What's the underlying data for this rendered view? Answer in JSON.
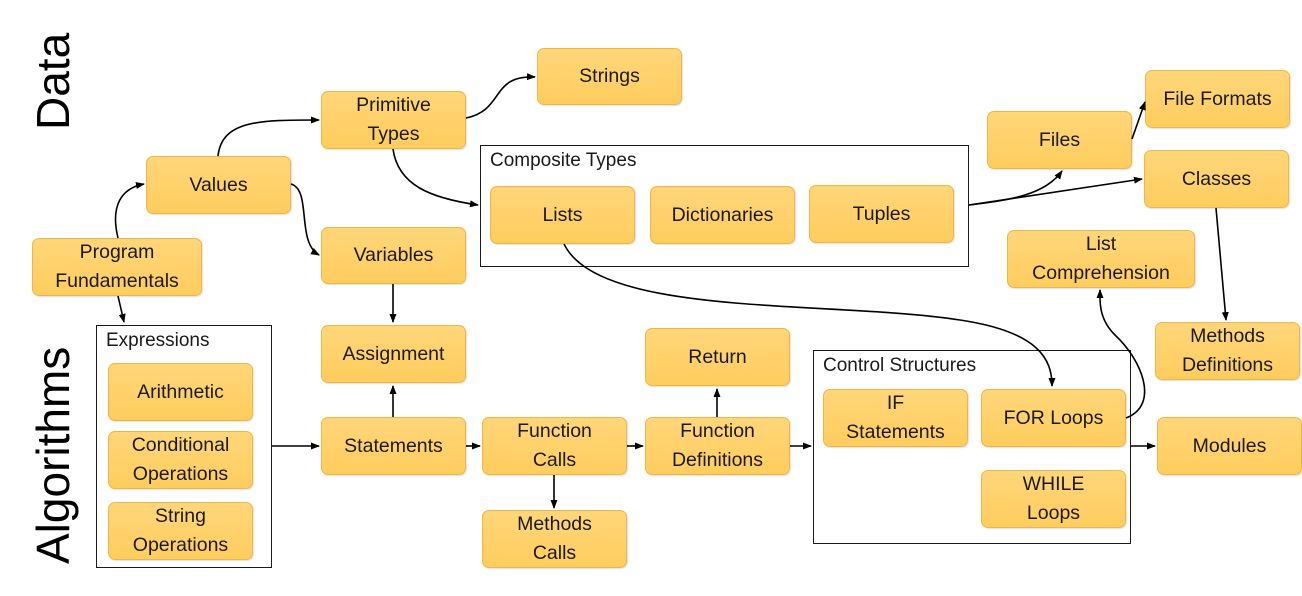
{
  "side_labels": {
    "data": "Data",
    "algorithms": "Algorithms"
  },
  "groups": {
    "composite_types": "Composite Types",
    "expressions": "Expressions",
    "control_structures": "Control Structures"
  },
  "nodes": {
    "strings": "Strings",
    "primitive_types": "Primitive\nTypes",
    "values": "Values",
    "program_fundamentals": "Program\nFundamentals",
    "variables": "Variables",
    "lists": "Lists",
    "dictionaries": "Dictionaries",
    "tuples": "Tuples",
    "files": "Files",
    "file_formats": "File Formats",
    "classes": "Classes",
    "list_comprehension": "List\nComprehension",
    "methods_definitions": "Methods\nDefinitions",
    "assignment": "Assignment",
    "arithmetic": "Arithmetic",
    "conditional_operations": "Conditional\nOperations",
    "string_operations": "String\nOperations",
    "statements": "Statements",
    "function_calls": "Function\nCalls",
    "methods_calls": "Methods\nCalls",
    "return": "Return",
    "function_definitions": "Function\nDefinitions",
    "if_statements": "IF\nStatements",
    "for_loops": "FOR Loops",
    "while_loops": "WHILE\nLoops",
    "modules": "Modules"
  },
  "colors": {
    "node_fill": "#ffd166",
    "node_border": "#f1b640",
    "line": "#000000"
  }
}
